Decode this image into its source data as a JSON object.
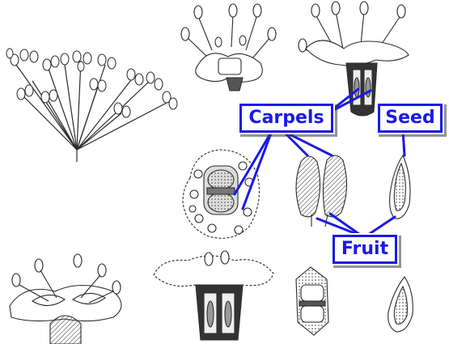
{
  "labels": {
    "carpels": "Carpels",
    "seed": "Seed",
    "fruit": "Fruit"
  },
  "colors": {
    "label_blue": "#1a1ae6",
    "ink": "#2b2b2b",
    "background": "#ffffff"
  }
}
